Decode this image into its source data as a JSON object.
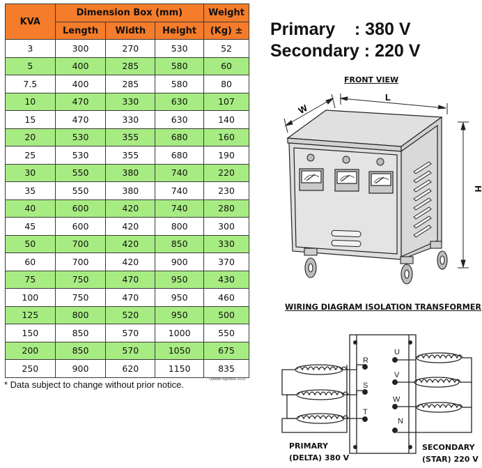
{
  "table": {
    "headers": {
      "kva": "KVA",
      "dimension_box": "Dimension Box (mm)",
      "weight": "Weight",
      "length": "Length",
      "width": "Width",
      "height": "Height",
      "weight_unit": "(Kg) ±"
    },
    "rows": [
      [
        "3",
        "300",
        "270",
        "530",
        "52"
      ],
      [
        "5",
        "400",
        "285",
        "580",
        "60"
      ],
      [
        "7.5",
        "400",
        "285",
        "580",
        "80"
      ],
      [
        "10",
        "470",
        "330",
        "630",
        "107"
      ],
      [
        "15",
        "470",
        "330",
        "630",
        "140"
      ],
      [
        "20",
        "530",
        "355",
        "680",
        "160"
      ],
      [
        "25",
        "530",
        "355",
        "680",
        "190"
      ],
      [
        "30",
        "550",
        "380",
        "740",
        "220"
      ],
      [
        "35",
        "550",
        "380",
        "740",
        "230"
      ],
      [
        "40",
        "600",
        "420",
        "740",
        "280"
      ],
      [
        "45",
        "600",
        "420",
        "800",
        "300"
      ],
      [
        "50",
        "700",
        "420",
        "850",
        "330"
      ],
      [
        "60",
        "700",
        "420",
        "900",
        "370"
      ],
      [
        "75",
        "750",
        "470",
        "950",
        "430"
      ],
      [
        "100",
        "750",
        "470",
        "950",
        "460"
      ],
      [
        "125",
        "800",
        "520",
        "950",
        "500"
      ],
      [
        "150",
        "850",
        "570",
        "1000",
        "550"
      ],
      [
        "200",
        "850",
        "570",
        "1050",
        "675"
      ],
      [
        "250",
        "900",
        "620",
        "1150",
        "835"
      ]
    ]
  },
  "note": "* Data subject to change without prior notice.",
  "update_note": "Update Agustus 2015",
  "voltages": {
    "primary": "Primary    : 380 V",
    "secondary": "Secondary : 220 V"
  },
  "front_view": {
    "title": "FRONT VIEW",
    "label_w": "W",
    "label_l": "L",
    "label_h": "H"
  },
  "wiring": {
    "title": "WIRING DIAGRAM ISOLATION TRANSFORMER",
    "primary_terminals": [
      "R",
      "S",
      "T"
    ],
    "secondary_terminals": [
      "U",
      "V",
      "W",
      "N"
    ],
    "primary_label_1": "PRIMARY",
    "primary_label_2": "(DELTA) 380 V",
    "secondary_label_1": "SECONDARY",
    "secondary_label_2": "(STAR) 220 V"
  },
  "colors": {
    "header_orange": "#f47c2a",
    "row_green": "#a7ec82"
  }
}
